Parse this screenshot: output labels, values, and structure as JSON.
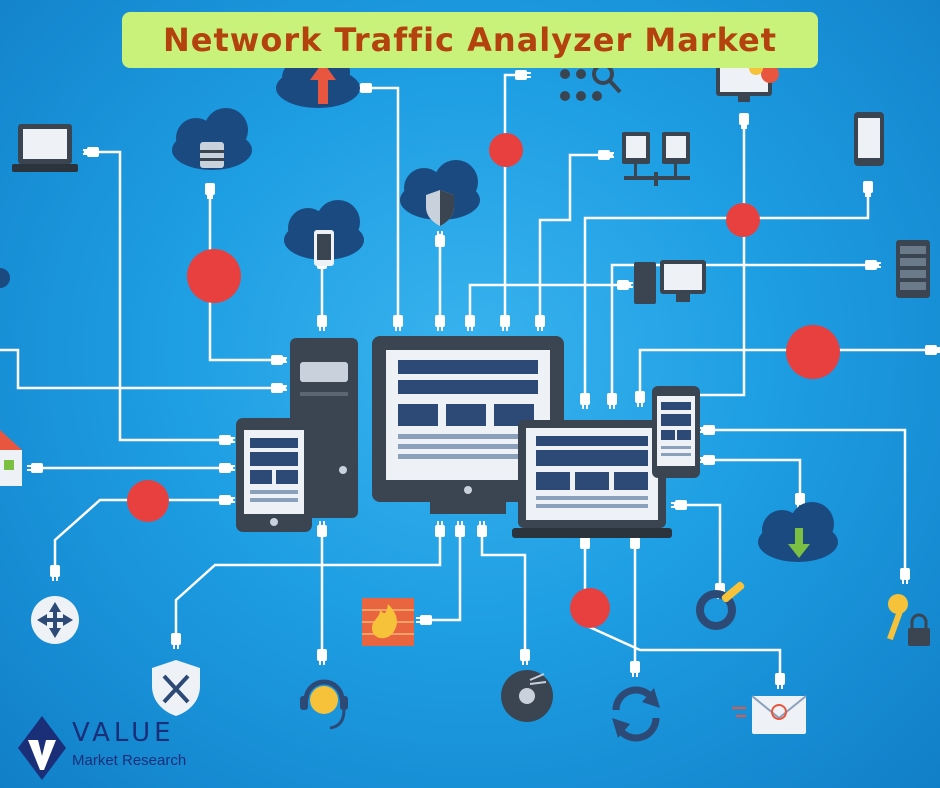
{
  "title": "Network Traffic Analyzer Market",
  "brand": {
    "name": "VALUE",
    "tagline": "Market Research",
    "logo_letter": "V"
  },
  "colors": {
    "background": "#1e9ee3",
    "title_bg": "#c9f27a",
    "title_text": "#b4420f",
    "node_red": "#e8403f",
    "line_white": "#ffffff",
    "device_dark": "#3b4551",
    "screen_blue": "#2c4a75"
  },
  "icons": [
    "cloud-upload-icon",
    "database-cloud-icon",
    "laptop-icon",
    "network-dots-icon",
    "monitor-alert-icon",
    "tablet-portrait-icon",
    "shield-cloud-icon",
    "phone-cloud-icon",
    "network-switch-icon",
    "smartphone-icon",
    "desktop-computer-icon",
    "server-rack-icon",
    "house-icon",
    "navigation-arrows-icon",
    "shield-swords-icon",
    "support-headset-icon",
    "firewall-icon",
    "disc-icon",
    "sync-arrows-icon",
    "email-icon",
    "settings-wrench-icon",
    "cloud-download-icon",
    "key-lock-icon"
  ]
}
